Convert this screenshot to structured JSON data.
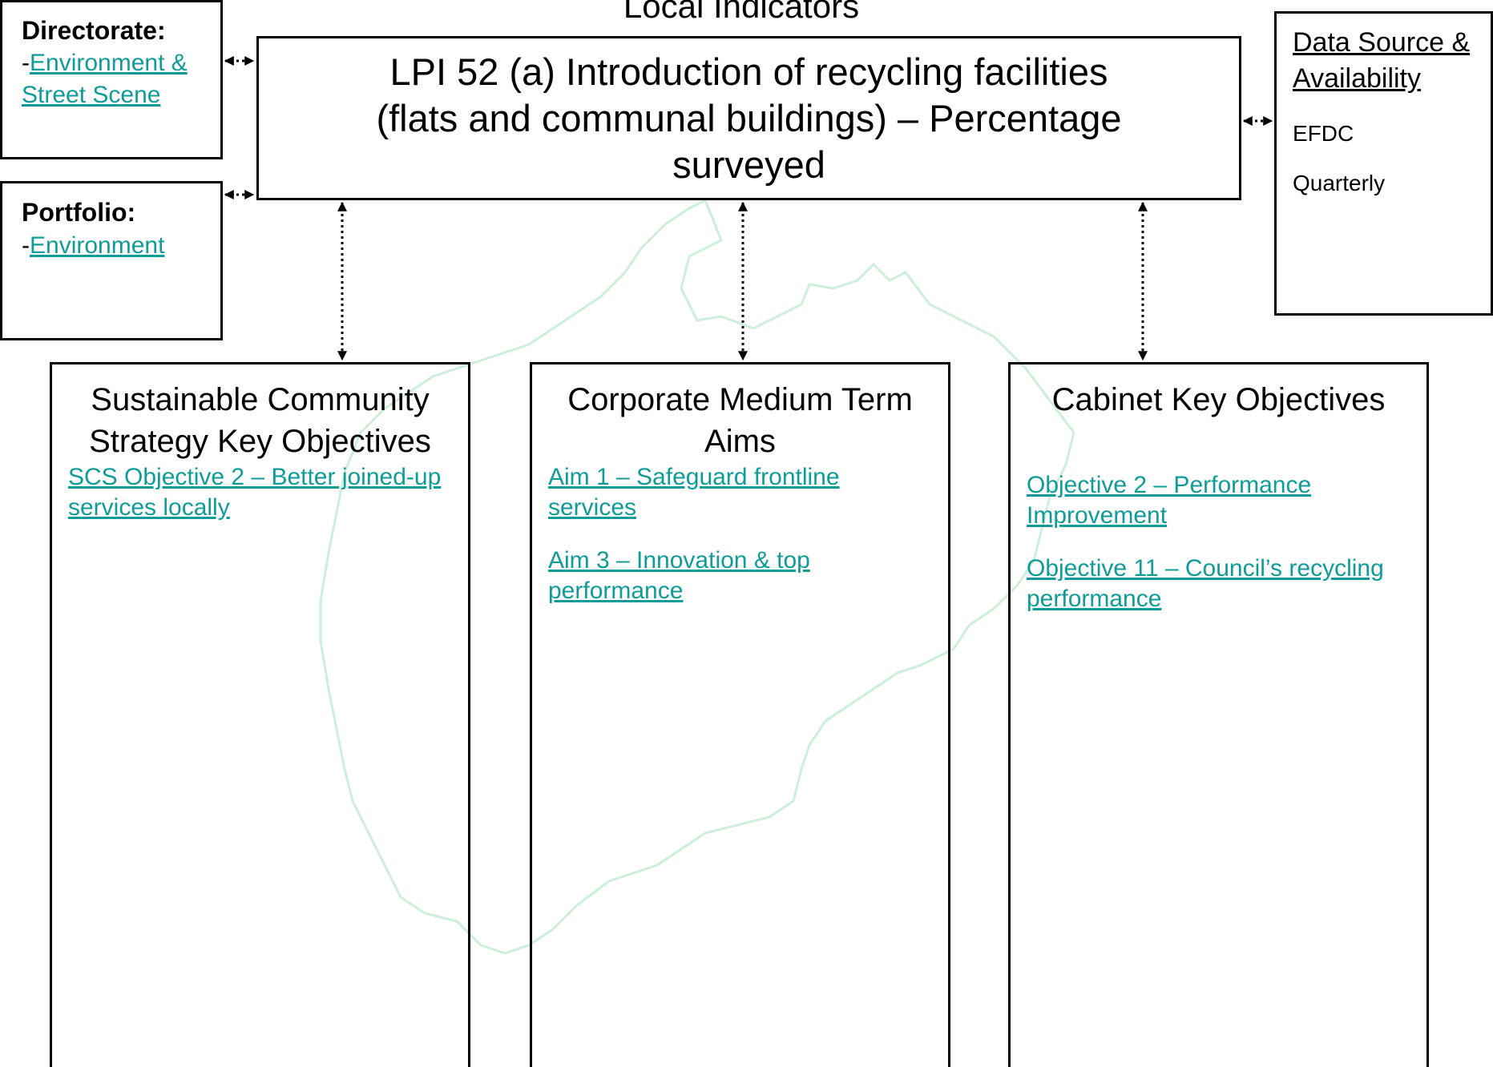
{
  "title": "Local Indicators",
  "indicator": "LPI 52 (a) Introduction of recycling facilities (flats and communal buildings) – Percentage surveyed",
  "directorate": {
    "label": "Directorate:",
    "prefix": "-",
    "link": "Environment & Street Scene"
  },
  "portfolio": {
    "label": "Portfolio:",
    "prefix": "-",
    "link": "Environment"
  },
  "data_source": {
    "title": "Data Source & Availability",
    "source": "EFDC",
    "frequency": "Quarterly"
  },
  "boxes": {
    "scs": {
      "title": "Sustainable Community Strategy Key Objectives",
      "links": [
        "SCS Objective 2 – Better joined-up services locally"
      ]
    },
    "corporate": {
      "title": "Corporate Medium Term Aims",
      "links": [
        "Aim 1 – Safeguard frontline services",
        "Aim 3 – Innovation & top performance"
      ]
    },
    "cabinet": {
      "title": "Cabinet Key Objectives",
      "links": [
        "Objective 2 – Performance Improvement",
        "Objective 11 – Council’s recycling performance"
      ]
    }
  },
  "colors": {
    "link": "#0f9c98",
    "watermark": "#cdeed9",
    "border": "#000000"
  }
}
